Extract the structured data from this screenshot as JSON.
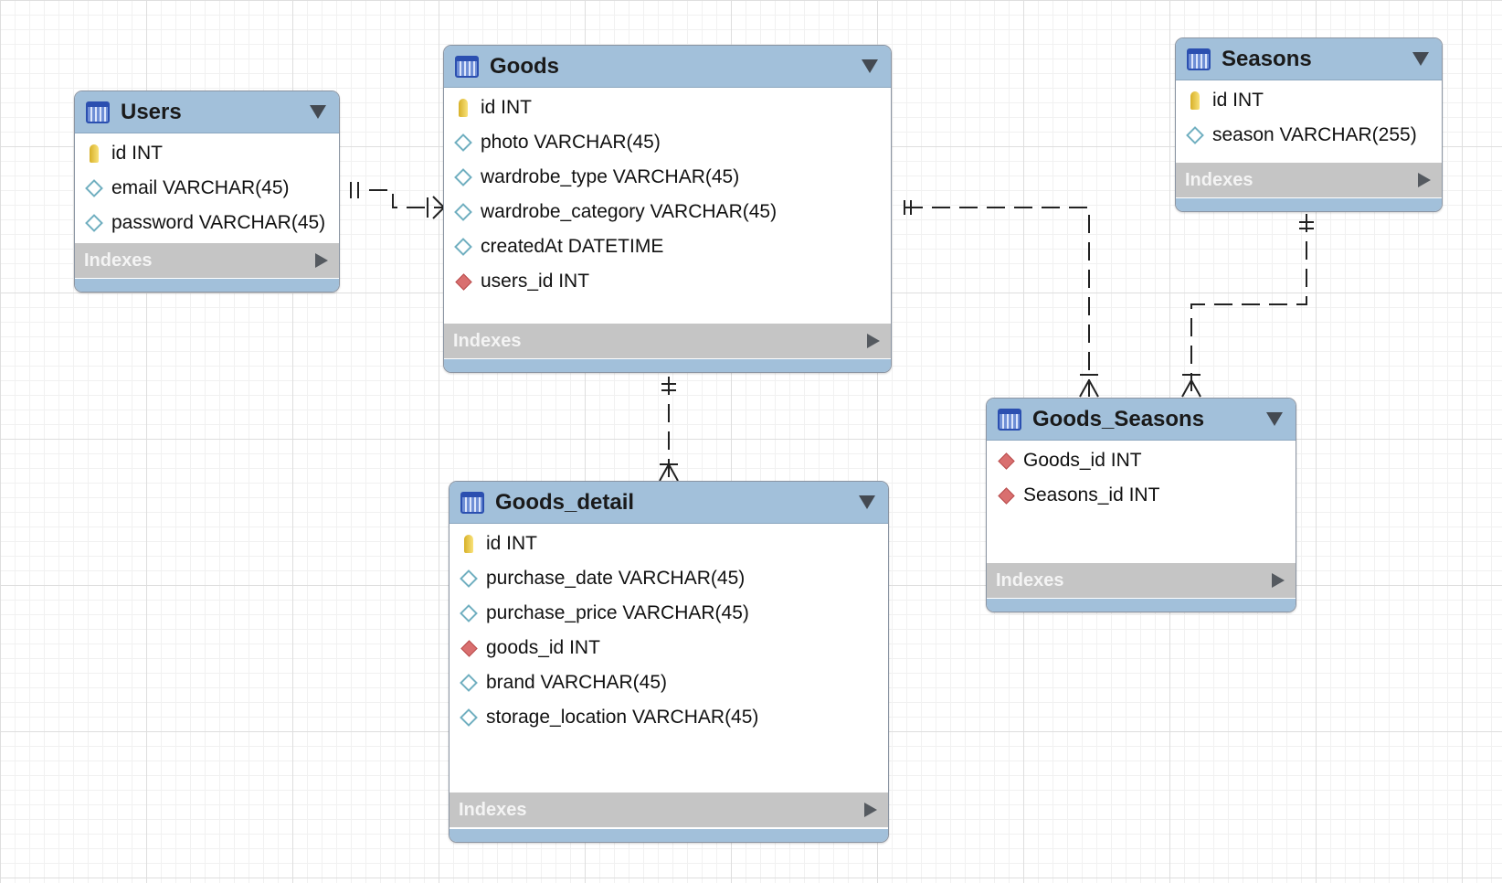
{
  "indexes_label": "Indexes",
  "colors": {
    "header": "#a2c0da",
    "indexes_bar": "#c5c5c5",
    "primary_key_icon": "#f2cf4a",
    "foreign_key_icon": "#d96f6f",
    "column_icon": "#70afc0",
    "connector_line": "#222222"
  },
  "entities": {
    "users": {
      "name": "Users",
      "columns": [
        {
          "text": "id INT",
          "icon": "primary-key-icon"
        },
        {
          "text": "email VARCHAR(45)",
          "icon": "column-diamond-icon"
        },
        {
          "text": "password VARCHAR(45)",
          "icon": "column-diamond-icon"
        }
      ]
    },
    "goods": {
      "name": "Goods",
      "columns": [
        {
          "text": "id INT",
          "icon": "primary-key-icon"
        },
        {
          "text": "photo VARCHAR(45)",
          "icon": "column-diamond-icon"
        },
        {
          "text": "wardrobe_type VARCHAR(45)",
          "icon": "column-diamond-icon"
        },
        {
          "text": "wardrobe_category VARCHAR(45)",
          "icon": "column-diamond-icon"
        },
        {
          "text": "createdAt DATETIME",
          "icon": "column-diamond-icon"
        },
        {
          "text": "users_id INT",
          "icon": "foreign-key-icon"
        }
      ]
    },
    "seasons": {
      "name": "Seasons",
      "columns": [
        {
          "text": "id INT",
          "icon": "primary-key-icon"
        },
        {
          "text": "season VARCHAR(255)",
          "icon": "column-diamond-icon"
        }
      ]
    },
    "goods_detail": {
      "name": "Goods_detail",
      "columns": [
        {
          "text": "id INT",
          "icon": "primary-key-icon"
        },
        {
          "text": "purchase_date VARCHAR(45)",
          "icon": "column-diamond-icon"
        },
        {
          "text": "purchase_price VARCHAR(45)",
          "icon": "column-diamond-icon"
        },
        {
          "text": "goods_id INT",
          "icon": "foreign-key-icon"
        },
        {
          "text": "brand VARCHAR(45)",
          "icon": "column-diamond-icon"
        },
        {
          "text": "storage_location VARCHAR(45)",
          "icon": "column-diamond-icon"
        }
      ]
    },
    "goods_seasons": {
      "name": "Goods_Seasons",
      "columns": [
        {
          "text": "Goods_id INT",
          "icon": "foreign-key-icon"
        },
        {
          "text": "Seasons_id INT",
          "icon": "foreign-key-icon"
        }
      ]
    }
  },
  "relationships": [
    {
      "from": "Users",
      "to": "Goods",
      "from_cardinality": "one-and-only-one",
      "to_cardinality": "one-or-many",
      "line_style": "dashed"
    },
    {
      "from": "Goods",
      "to": "Goods_detail",
      "from_cardinality": "one-and-only-one",
      "to_cardinality": "one-or-many",
      "line_style": "dashed"
    },
    {
      "from": "Goods",
      "to": "Goods_Seasons",
      "from_cardinality": "one-and-only-one",
      "to_cardinality": "one-or-many",
      "line_style": "dashed"
    },
    {
      "from": "Seasons",
      "to": "Goods_Seasons",
      "from_cardinality": "one-and-only-one",
      "to_cardinality": "one-or-many",
      "line_style": "dashed"
    }
  ]
}
